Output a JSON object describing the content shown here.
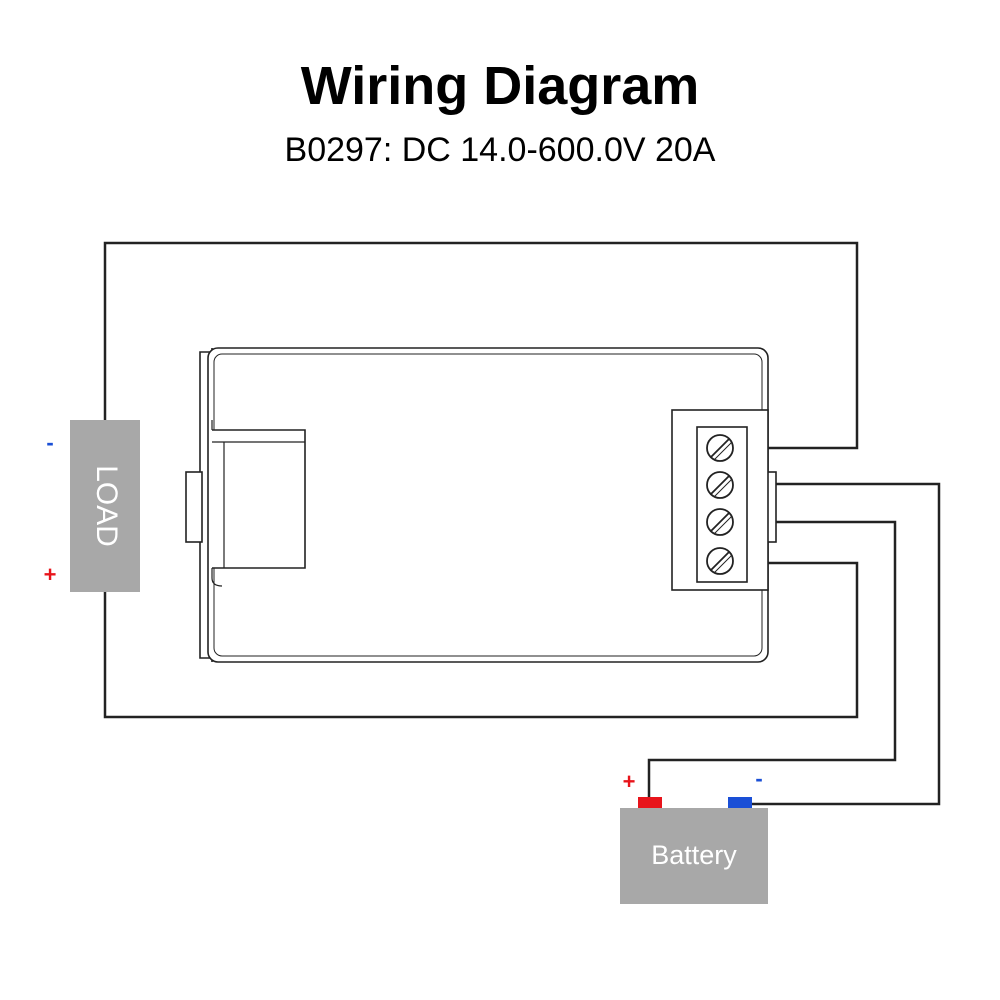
{
  "title": "Wiring Diagram",
  "subtitle": "B0297: DC 14.0-600.0V 20A",
  "load": {
    "label": "LOAD",
    "minus_sign": "-",
    "plus_sign": "+"
  },
  "battery": {
    "label": "Battery",
    "plus_sign": "+",
    "minus_sign": "-"
  },
  "colors": {
    "positive": "#e8141b",
    "negative": "#1a4fd6",
    "component_fill": "#a8a8a8",
    "wire": "#222222"
  }
}
